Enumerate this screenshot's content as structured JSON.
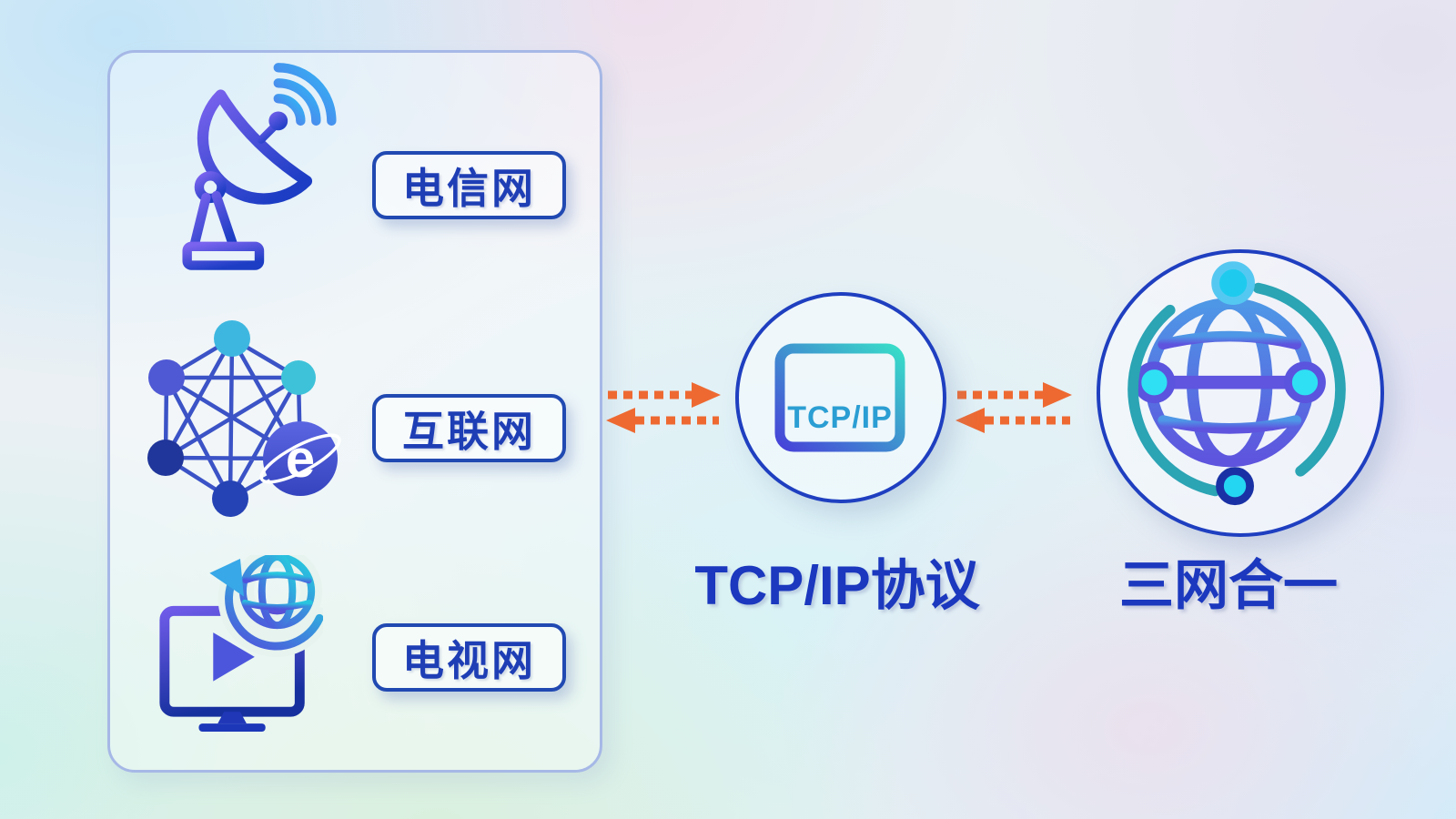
{
  "panel": {
    "networks": [
      {
        "label": "电信网",
        "icon": "satellite-dish-icon"
      },
      {
        "label": "互联网",
        "icon": "mesh-network-icon",
        "browser_glyph": "e"
      },
      {
        "label": "电视网",
        "icon": "tv-network-icon"
      }
    ]
  },
  "protocol": {
    "badge": "TCP/IP",
    "caption": "TCP/IP协议"
  },
  "converged": {
    "caption": "三网合一"
  },
  "colors": {
    "caption_blue": "#1B38BE",
    "label_blue": "#1E3EB5",
    "pill_border": "#2149B2",
    "panel_border": "#A6B8E6",
    "circle_border": "#1F3FC0",
    "arrow_orange": "#EE6931",
    "icon_gradient_start": "#6E5AE8",
    "icon_gradient_end": "#1C3DC4",
    "teal_accent": "#2BA4B4",
    "cyan_dot": "#25D6F2"
  }
}
